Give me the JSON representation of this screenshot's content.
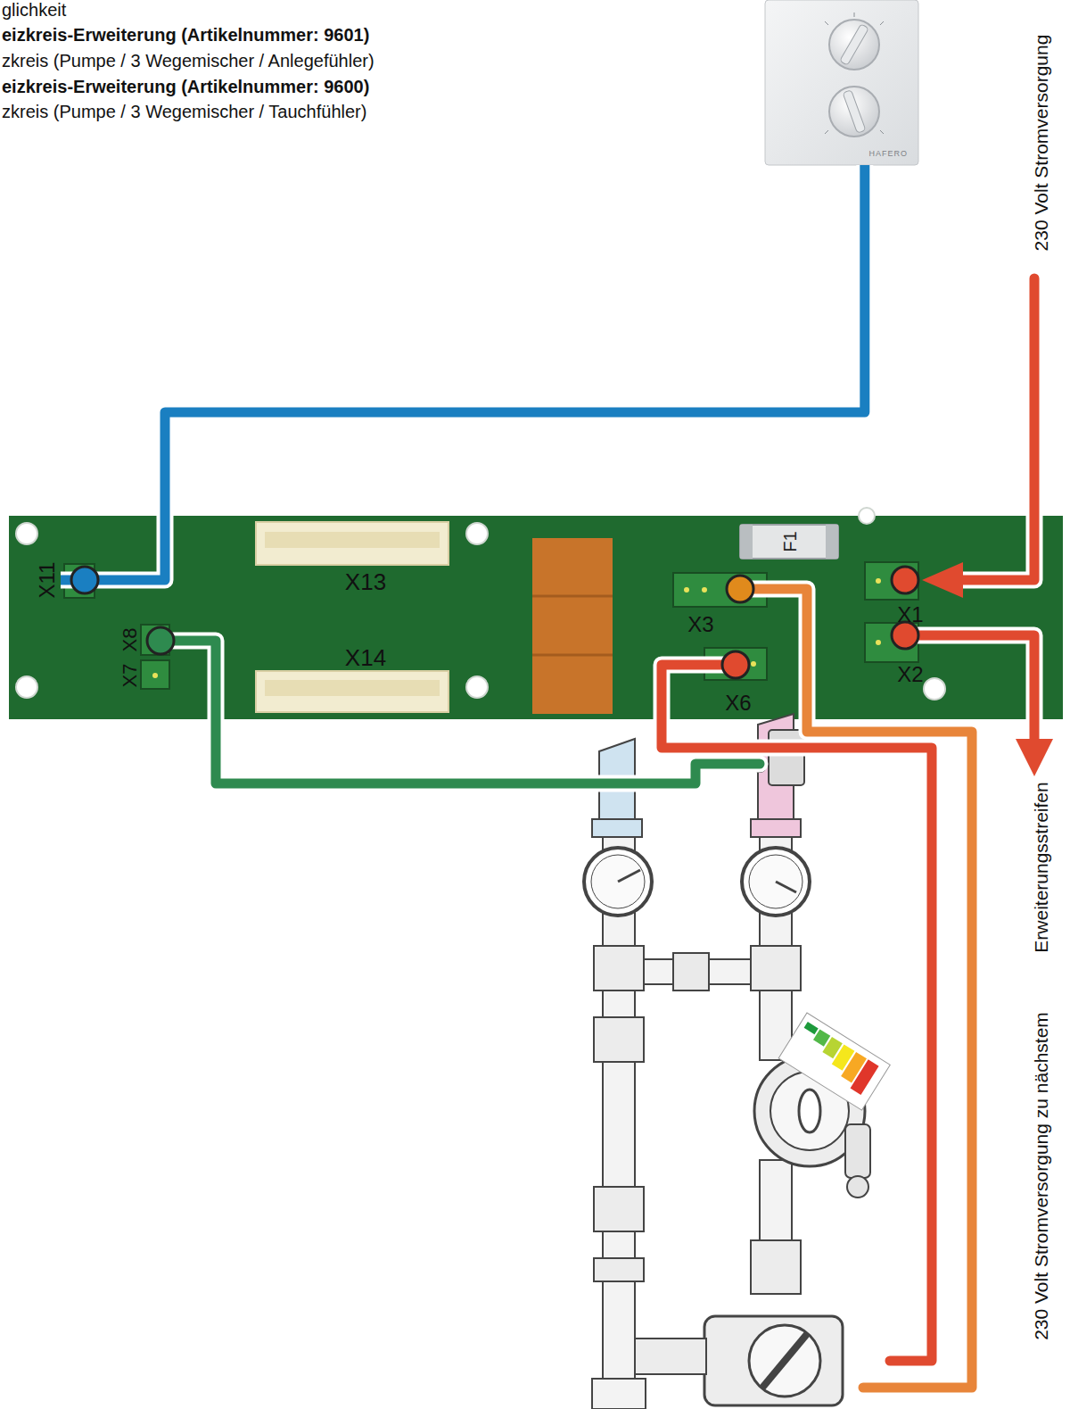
{
  "diagram": {
    "nodes": [
      {
        "text": [
          "HAFERO"
        ]
      },
      {
        "text": [
          "X11"
        ]
      }
    ],
    "edges": [
      {
        "from": 0,
        "to": 1,
        "arrow": "none"
      }
    ],
    "labels": [
      "glichkeit",
      "eizkreis-Erweiterung (Artikelnummer: 9601)",
      "zkreis (Pumpe / 3 Wegemischer / Anlegefühler)",
      "eizkreis-Erweiterung (Artikelnummer: 9600)",
      "zkreis (Pumpe / 3 Wegemischer / Tauchfühler)",
      "230 Volt Stromversorgung",
      "X13",
      "F1",
      "X3",
      "X1",
      "X8",
      "X7",
      "X14",
      "X6",
      "X2",
      "Erweiterungsstreifen",
      "230 Volt Stromversorgung zu nächstem"
    ]
  }
}
